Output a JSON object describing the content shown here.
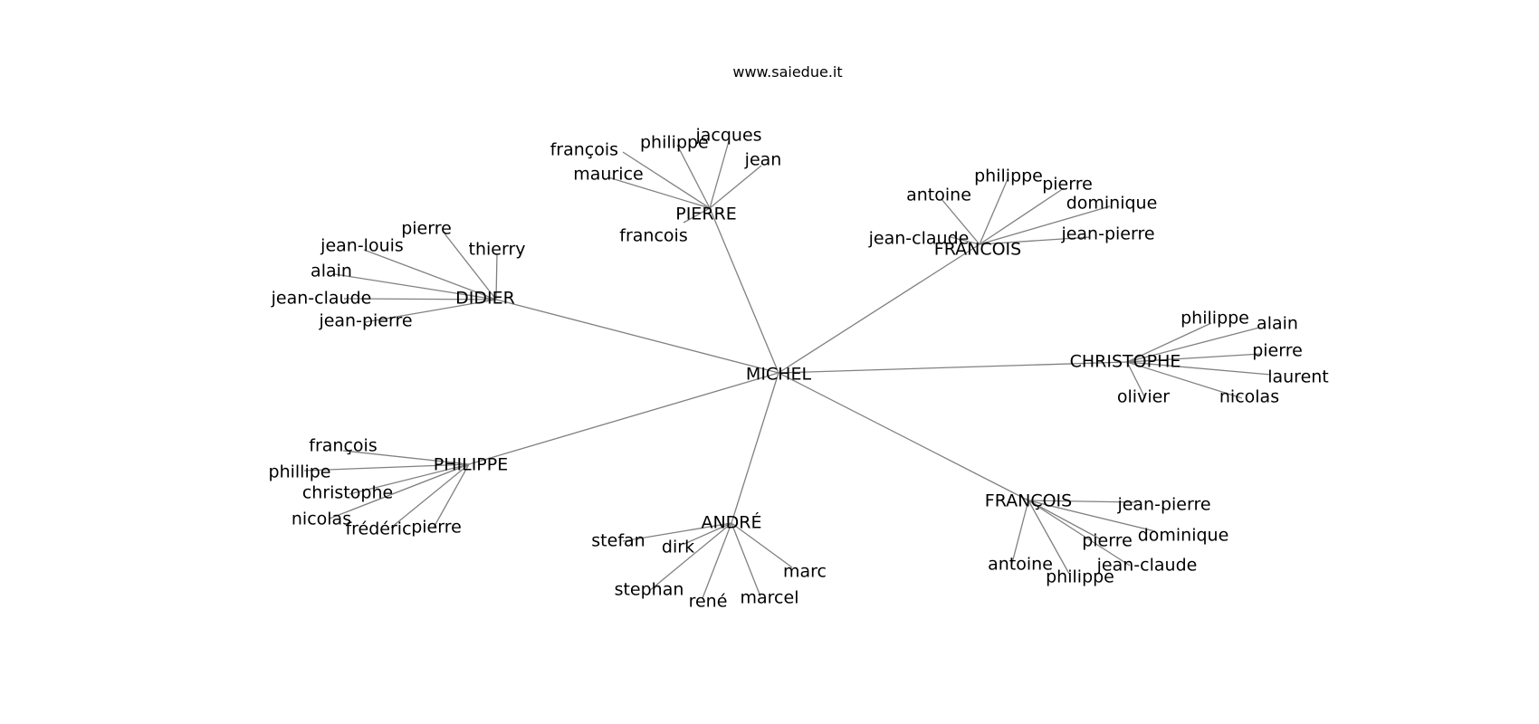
{
  "caption": "www.saiedue.it",
  "graph": {
    "center": "MICHEL",
    "hubs": [
      {
        "id": "pierre",
        "label": "PIERRE",
        "leaves": [
          "françois",
          "philippe",
          "jacques",
          "jean",
          "maurice",
          "francois"
        ]
      },
      {
        "id": "francois-top",
        "label": "FRANCOIS",
        "leaves": [
          "antoine",
          "philippe",
          "pierre",
          "dominique",
          "jean-claude",
          "jean-pierre"
        ]
      },
      {
        "id": "didier",
        "label": "DIDIER",
        "leaves": [
          "pierre",
          "jean-louis",
          "thierry",
          "alain",
          "jean-claude",
          "jean-pierre"
        ]
      },
      {
        "id": "christophe",
        "label": "CHRISTOPHE",
        "leaves": [
          "philippe",
          "alain",
          "pierre",
          "laurent",
          "olivier",
          "nicolas"
        ]
      },
      {
        "id": "philippe",
        "label": "PHILIPPE",
        "leaves": [
          "françois",
          "phillipe",
          "christophe",
          "nicolas",
          "frédéric",
          "pierre"
        ]
      },
      {
        "id": "andre",
        "label": "ANDRÉ",
        "leaves": [
          "stefan",
          "dirk",
          "marc",
          "stephan",
          "rené",
          "marcel"
        ]
      },
      {
        "id": "francois-bottom",
        "label": "FRANÇOIS",
        "leaves": [
          "jean-pierre",
          "dominique",
          "pierre",
          "jean-claude",
          "antoine",
          "philippe"
        ]
      }
    ]
  }
}
